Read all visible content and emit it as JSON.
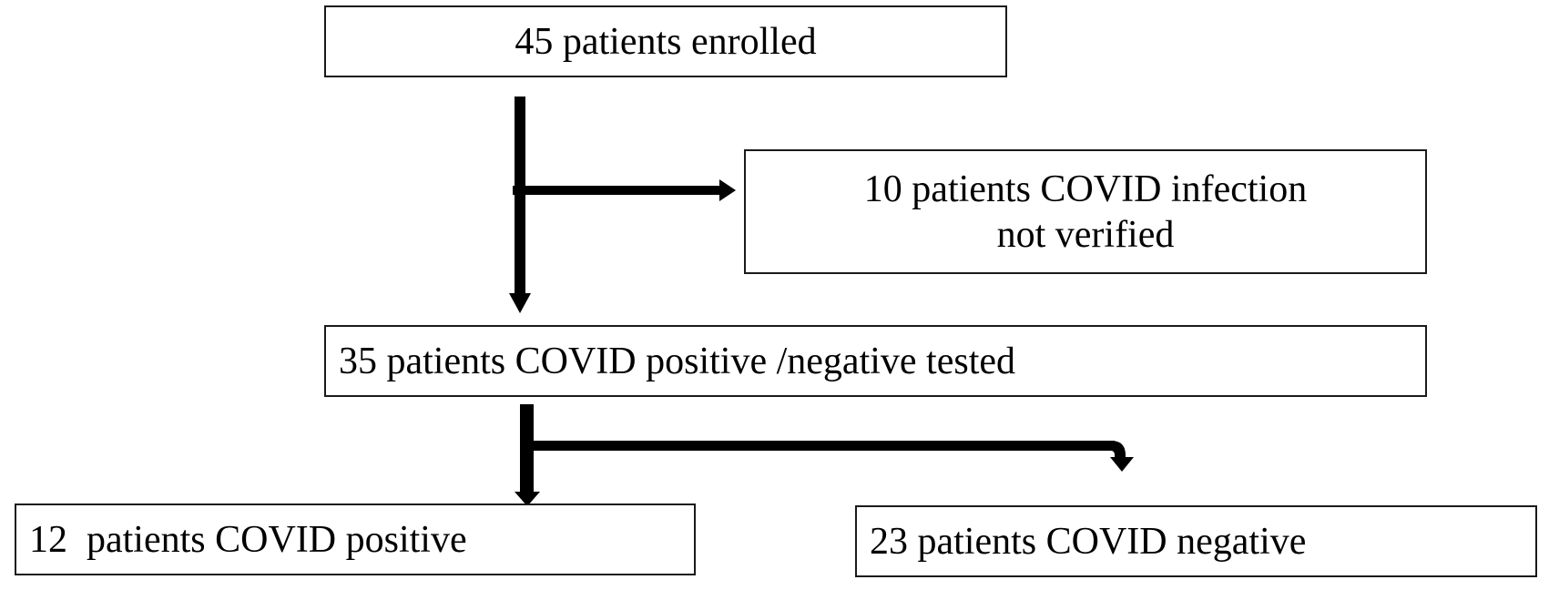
{
  "nodes": {
    "enrolled": {
      "label": "45 patients enrolled"
    },
    "not_verified": {
      "line1": "10 patients COVID infection",
      "line2": "not verified"
    },
    "tested": {
      "label": "35 patients COVID positive /negative tested"
    },
    "positive": {
      "label": "12  patients COVID positive"
    },
    "negative": {
      "label": "23 patients COVID negative"
    }
  },
  "colors": {
    "stroke": "#000000",
    "box_border": "#1a1a1a",
    "background": "#ffffff"
  }
}
